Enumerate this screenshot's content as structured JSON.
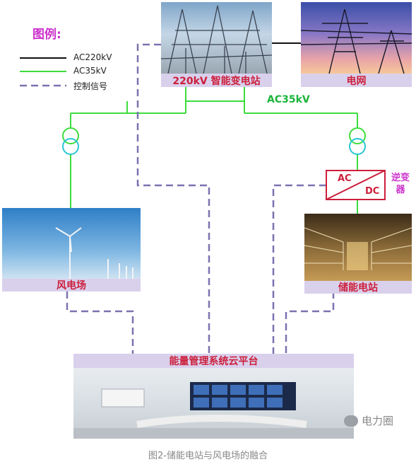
{
  "legend": {
    "title": "图例:",
    "items": [
      {
        "label": "AC220kV",
        "color": "#111111",
        "style": "solid"
      },
      {
        "label": "AC35kV",
        "color": "#3ddc3d",
        "style": "solid"
      },
      {
        "label": "控制信号",
        "color": "#7b72b0",
        "style": "dashed"
      }
    ]
  },
  "nodes": {
    "substation": "220kV 智能变电站",
    "grid": "电网",
    "wind_farm": "风电场",
    "storage": "储能电站",
    "platform": "能量管理系统云平台"
  },
  "bus_label": "AC35kV",
  "inverter": {
    "ac": "AC",
    "dc": "DC",
    "side_label_1": "逆变",
    "side_label_2": "器"
  },
  "watermark": "电力圈",
  "caption": "图2-储能电站与风电场的融合",
  "colors": {
    "ac220": "#111111",
    "ac35": "#3ddc3d",
    "control": "#7b72b0",
    "label_text": "#cc1f3b",
    "label_bg": "#d9d0ec"
  }
}
